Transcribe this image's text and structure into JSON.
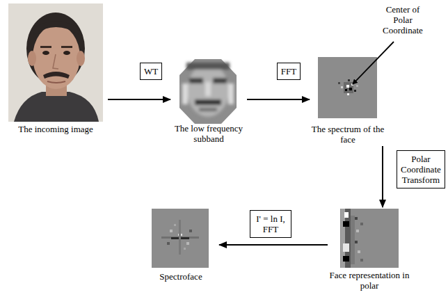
{
  "diagram": {
    "nodes": [
      {
        "text": [
          "The incoming image"
        ]
      },
      {
        "text": [
          "The low frequency subband"
        ]
      },
      {
        "text": [
          "The spectrum of the face"
        ]
      },
      {
        "text": [
          "Face representation in polar"
        ]
      },
      {
        "text": [
          "Spectroface"
        ]
      }
    ],
    "edges": [
      {
        "from": 0,
        "to": 1,
        "arrow": "to",
        "label": "WT"
      },
      {
        "from": 1,
        "to": 2,
        "arrow": "to",
        "label": "FFT"
      },
      {
        "from": 2,
        "to": 3,
        "arrow": "to",
        "label": "Polar Coordinate Transform"
      },
      {
        "from": 3,
        "to": 4,
        "arrow": "to",
        "label": "I' = ln I, FFT"
      }
    ],
    "labels": [
      "Center of Polar Coordinate"
    ]
  }
}
